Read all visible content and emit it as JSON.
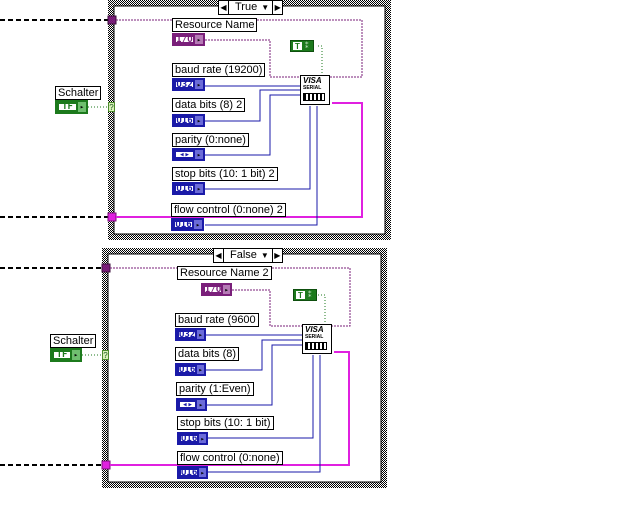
{
  "case_structures": [
    {
      "selector_value": "True",
      "resource_label": "Resource Name",
      "resource_const": "I/O",
      "visa_node": {
        "title": "VISA",
        "subtitle": "SERIAL"
      },
      "true_const": "T",
      "params": [
        {
          "label": "baud rate (19200)",
          "type": "U32"
        },
        {
          "label": "data bits (8) 2",
          "type": "U16"
        },
        {
          "label": "parity (0:none)",
          "type": "enum"
        },
        {
          "label": "stop bits (10: 1 bit) 2",
          "type": "U16"
        },
        {
          "label": "flow control (0:none) 2",
          "type": "U16"
        }
      ],
      "switch_label": "Schalter",
      "switch_const": "TF",
      "selector_terminal": "?"
    },
    {
      "selector_value": "False",
      "resource_label": "Resource Name 2",
      "resource_const": "I/O",
      "visa_node": {
        "title": "VISA",
        "subtitle": "SERIAL"
      },
      "true_const": "T",
      "params": [
        {
          "label": "baud rate (9600",
          "type": "U32"
        },
        {
          "label": "data bits (8)",
          "type": "U16"
        },
        {
          "label": "parity (1:Even)",
          "type": "enum"
        },
        {
          "label": "stop bits (10: 1 bit)",
          "type": "U16"
        },
        {
          "label": "flow control (0:none)",
          "type": "U16"
        }
      ],
      "switch_label": "Schalter",
      "switch_const": "TF",
      "selector_terminal": "?"
    }
  ],
  "glyphs": {
    "left_arrow": "◀",
    "right_arrow": "▶",
    "dropdown": "▼",
    "enum": "◂▸",
    "wire_tip": "▸"
  },
  "colors": {
    "visa_wire": "#7a1f7a",
    "error_wire": "#e020e0",
    "numeric_wire": "#1a1aa8",
    "boolean_wire": "#1c7a1c",
    "frame": "#000000"
  }
}
